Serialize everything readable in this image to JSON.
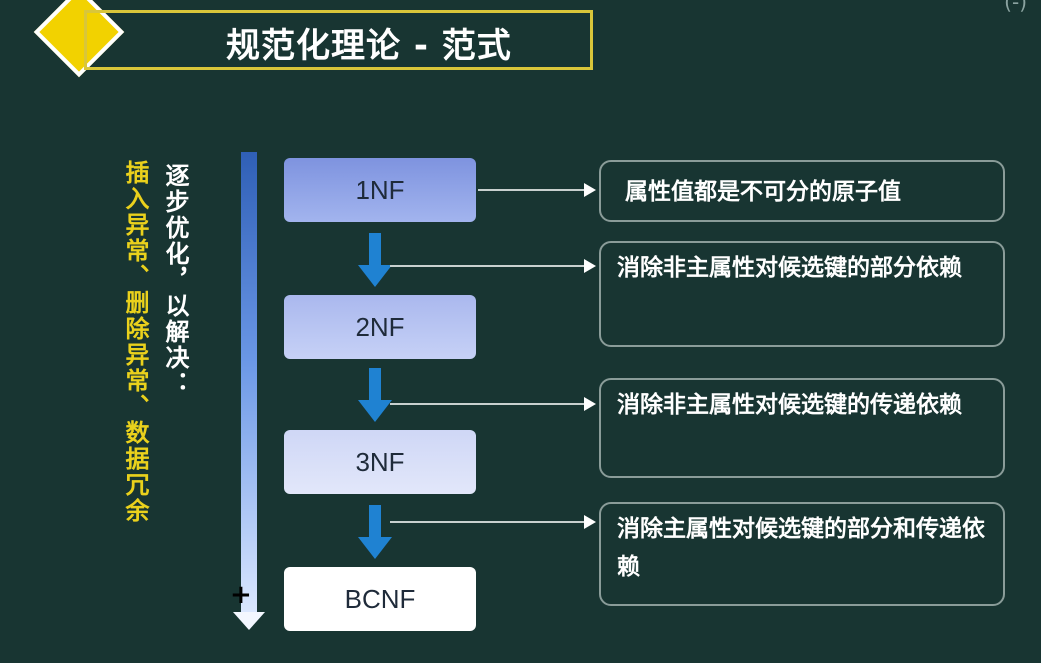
{
  "title": "规范化理论 - 范式",
  "corner_mark": "(-)",
  "left_labels": {
    "problems": "插入异常、删除异常、数据冗余",
    "goal": "逐步优化，以解决："
  },
  "normal_forms": [
    {
      "label": "1NF",
      "description": "属性值都是不可分的原子值"
    },
    {
      "label": "2NF",
      "description": "消除非主属性对候选键的部分依赖"
    },
    {
      "label": "3NF",
      "description": "消除非主属性对候选键的传递依赖"
    },
    {
      "label": "BCNF",
      "description": "消除主属性对候选键的部分和传递依赖"
    }
  ],
  "colors": {
    "background": "#183532",
    "accent_yellow": "#ead11c",
    "title_border": "#d9c63a",
    "arrow_blue": "#1f82d2"
  },
  "icons": {
    "title_marker": "diamond-icon",
    "cursor": "crosshair-cursor-icon"
  }
}
